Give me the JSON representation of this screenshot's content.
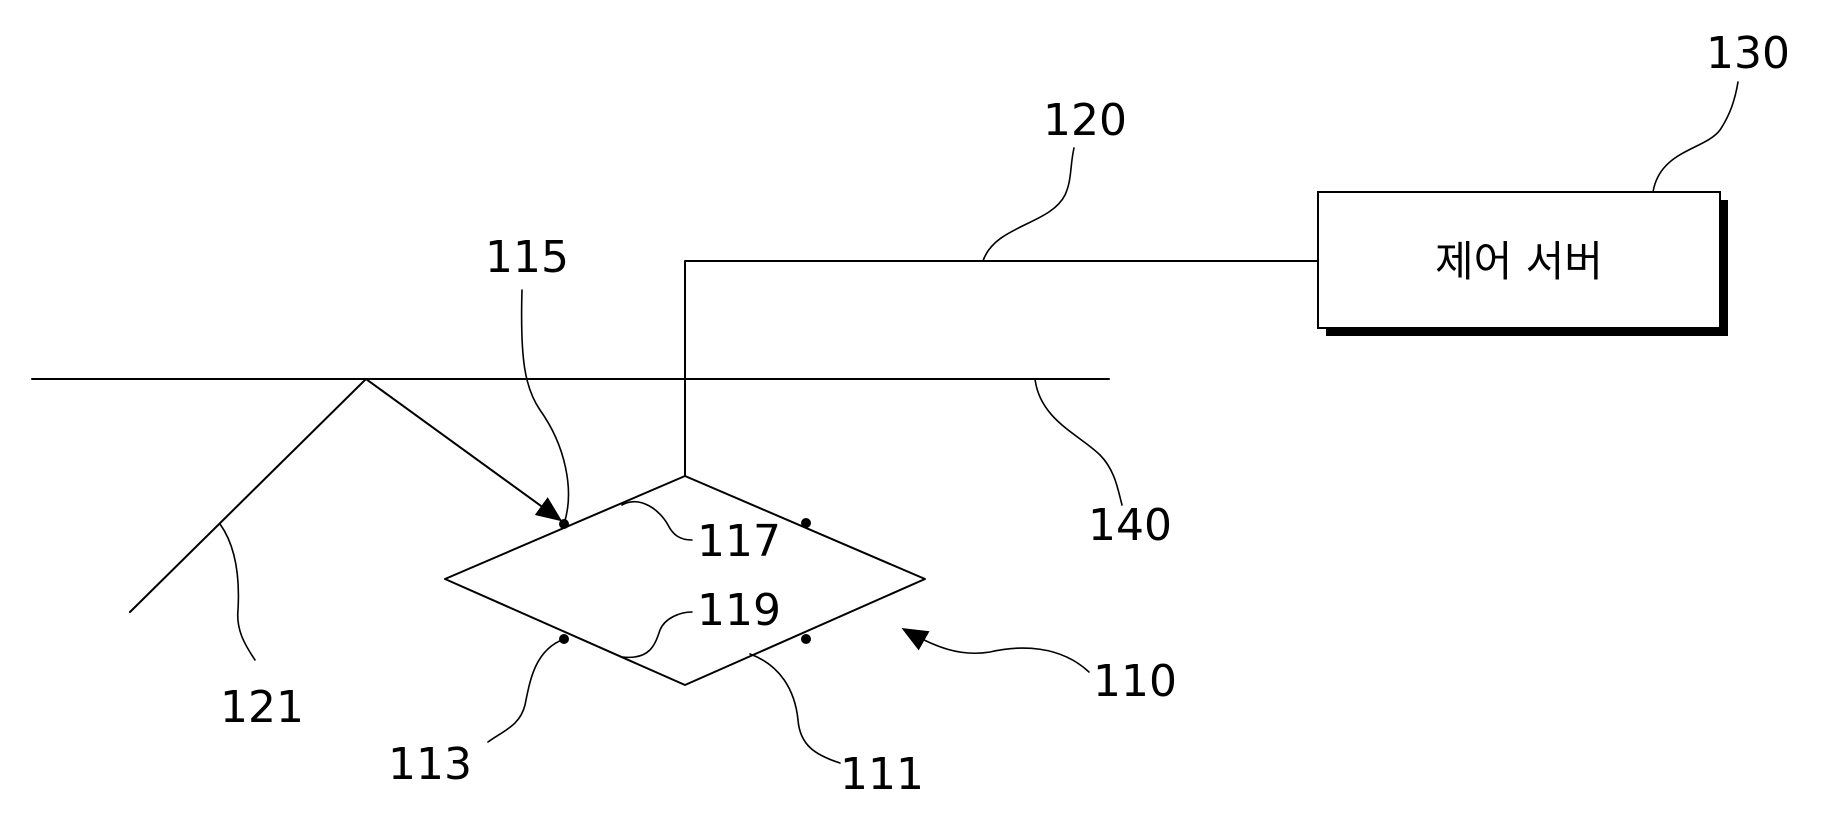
{
  "labels": {
    "ref_110": "110",
    "ref_111": "111",
    "ref_113": "113",
    "ref_115": "115",
    "ref_117": "117",
    "ref_119": "119",
    "ref_120": "120",
    "ref_121": "121",
    "ref_130": "130",
    "ref_140": "140"
  },
  "control_server": {
    "label": "제어 서버"
  },
  "colors": {
    "line": "#000000",
    "background": "#ffffff"
  }
}
